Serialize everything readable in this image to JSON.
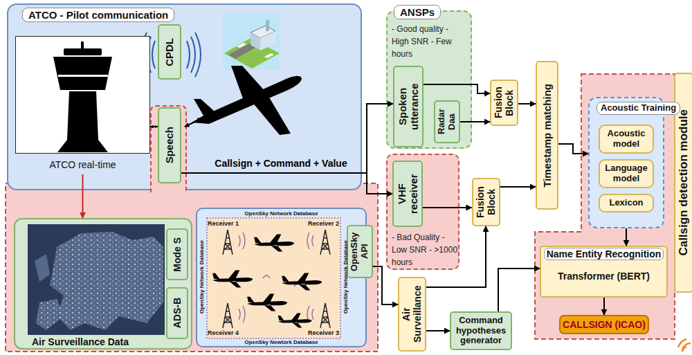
{
  "diagram": {
    "nodes": [
      {
        "text": [
          "ATCO - Pilot communication"
        ]
      },
      {
        "text": [
          "ATCO real-time"
        ],
        "in": 0
      },
      {
        "text": [
          "CPDL"
        ],
        "in": 0
      },
      {
        "text": [
          "Speech"
        ],
        "in": 0
      },
      {
        "text": [
          "Air Surveillance Data"
        ]
      },
      {
        "text": [
          "Mode S"
        ],
        "in": 4
      },
      {
        "text": [
          "ADS-B"
        ],
        "in": 4
      },
      {
        "text": [
          "OpenSky Network Database",
          "OpenSky Network Database",
          "OpenSky Network Database",
          "OpenSky Newtork Database"
        ]
      },
      {
        "text": [
          "OpenSky API"
        ]
      },
      {
        "text": [
          "ANSPs",
          "- Good quality - High SNR - Few hours"
        ]
      },
      {
        "text": [
          "Spoken utterance"
        ],
        "in": 9
      },
      {
        "text": [
          "Radar Daa"
        ],
        "in": 9
      },
      {
        "text": [
          "- Bad Quality - Low SNR - >1000 hours"
        ]
      },
      {
        "text": [
          "VHF receiver"
        ],
        "in": 12
      },
      {
        "text": [
          "Fusion Block"
        ]
      },
      {
        "text": [
          "Fusion Block"
        ]
      },
      {
        "text": [
          "Timestamp matching"
        ]
      },
      {
        "text": [
          "Air Surveillance"
        ]
      },
      {
        "text": [
          "Command hypotheses generator"
        ]
      },
      {
        "text": [
          "Callsign detection module"
        ]
      },
      {
        "text": [
          "Acoustic Training"
        ]
      },
      {
        "text": [
          "Acoustic model"
        ],
        "in": 20
      },
      {
        "text": [
          "Language model"
        ],
        "in": 20
      },
      {
        "text": [
          "Lexicon"
        ],
        "in": 20
      },
      {
        "text": [
          "Name Entity Recognition",
          "Transformer (BERT)"
        ]
      },
      {
        "text": [
          "CALLSIGN (ICAO)"
        ]
      }
    ],
    "edges": [
      {
        "from": 1,
        "to": 3,
        "arrow": "both"
      },
      {
        "from": 1,
        "to": 4,
        "arrow": "to"
      },
      {
        "from": 3,
        "to": 10,
        "arrow": "to",
        "label": "Callsign + Command + Value"
      },
      {
        "from": 3,
        "to": 13,
        "arrow": "to"
      },
      {
        "from": 10,
        "to": 14,
        "arrow": "to"
      },
      {
        "from": 11,
        "to": 14,
        "arrow": "to"
      },
      {
        "from": 14,
        "to": 16,
        "arrow": "to"
      },
      {
        "from": 13,
        "to": 15,
        "arrow": "to"
      },
      {
        "from": 15,
        "to": 16,
        "arrow": "to"
      },
      {
        "from": 8,
        "to": 17,
        "arrow": "to"
      },
      {
        "from": 17,
        "to": 15,
        "arrow": "to"
      },
      {
        "from": 17,
        "to": 18,
        "arrow": "to"
      },
      {
        "from": 18,
        "to": 24,
        "arrow": "to"
      },
      {
        "from": 16,
        "to": 20,
        "arrow": "to"
      },
      {
        "from": 20,
        "to": 24,
        "arrow": "to"
      },
      {
        "from": 24,
        "to": 25,
        "arrow": "to"
      }
    ],
    "labels": [
      "Receiver 1",
      "Receiver 2",
      "Receiver 4",
      "Receiver 3"
    ]
  }
}
